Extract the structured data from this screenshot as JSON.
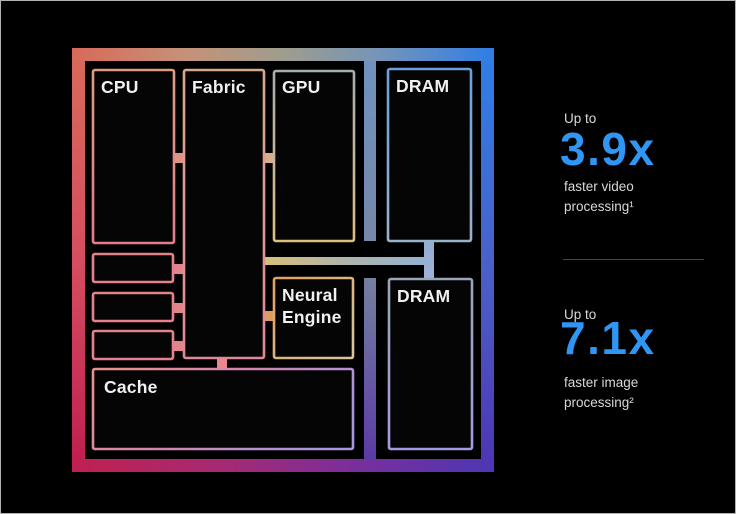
{
  "chip": {
    "labels": {
      "cpu": "CPU",
      "fabric": "Fabric",
      "gpu": "GPU",
      "dram_top": "DRAM",
      "neural_engine_line1": "Neural",
      "neural_engine_line2": "Engine",
      "dram_bottom": "DRAM",
      "cache": "Cache"
    },
    "unlabeled_small_blocks": 3
  },
  "stats": {
    "first": {
      "prefix": "Up to",
      "value": "3.9x",
      "description_line1": "faster video",
      "description_line2": "processing¹"
    },
    "second": {
      "prefix": "Up to",
      "value": "7.1x",
      "description_line1": "faster image",
      "description_line2": "processing²"
    }
  },
  "colors": {
    "background": "#000000",
    "accent_blue": "#2f96f3",
    "stat_text_gray": "#d8d8d8",
    "block_label_white": "#f1f1f1",
    "frame_gradient": [
      "#d8695a",
      "#c59278",
      "#2f7de6",
      "#c02050",
      "#7c2e9a",
      "#4d37b4"
    ]
  }
}
